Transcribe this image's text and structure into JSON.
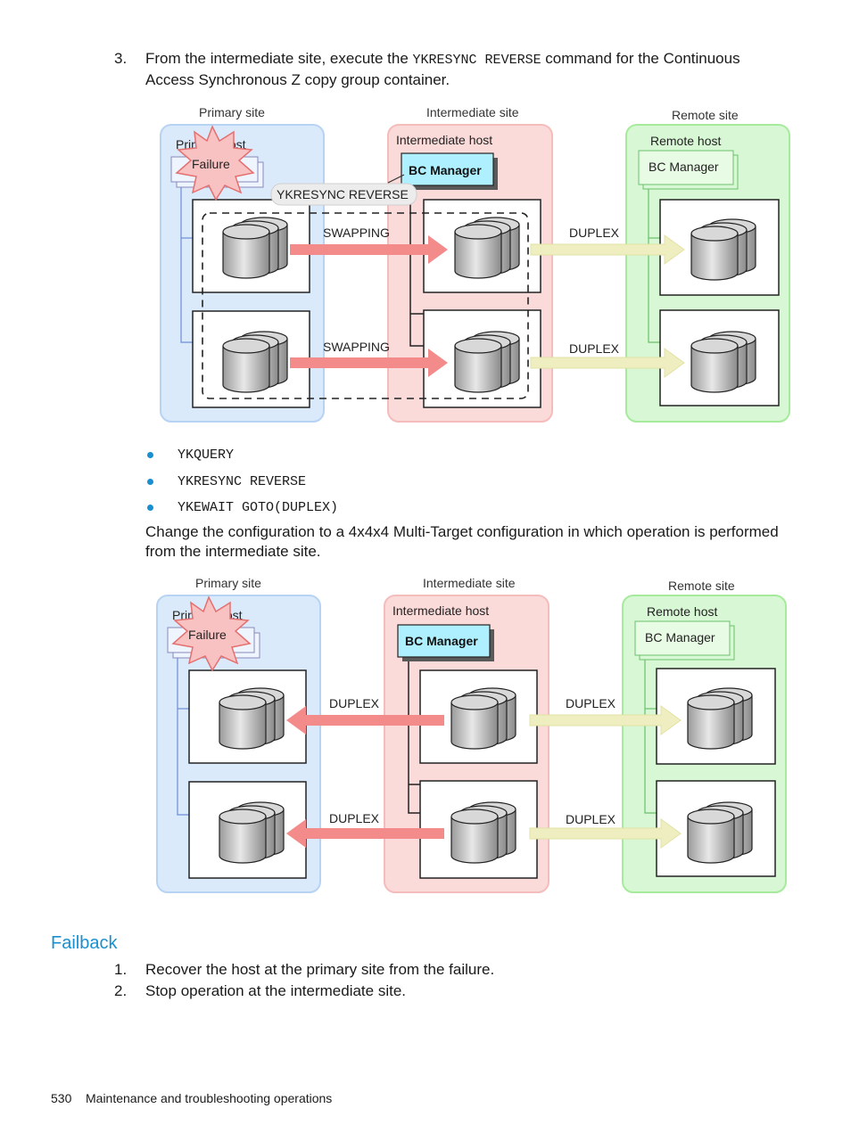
{
  "step3": {
    "number": "3.",
    "text_a": "From the intermediate site, execute the ",
    "command": "YKRESYNC REVERSE",
    "text_b": " command for the Continuous",
    "line2": "Access Synchronous Z copy group container."
  },
  "figure1": {
    "primary_site": "Primary site",
    "intermediate_site": "Intermediate site",
    "remote_site": "Remote site",
    "primary_host": "Primary host",
    "failure": "Failure",
    "intermediate_host": "Intermediate host",
    "remote_host": "Remote host",
    "bc_manager": "BC Manager",
    "command_callout": "YKRESYNC REVERSE",
    "swapping": "SWAPPING",
    "duplex": "DUPLEX"
  },
  "bullets": [
    "YKQUERY",
    "YKRESYNC REVERSE",
    "YKEWAIT GOTO(DUPLEX)"
  ],
  "para": {
    "line1": "Change the configuration to a 4x4x4 Multi-Target configuration in which operation is performed",
    "line2": "from the intermediate site."
  },
  "figure2": {
    "primary_site": "Primary site",
    "intermediate_site": "Intermediate site",
    "remote_site": "Remote site",
    "primary_host": "Primary host",
    "failure": "Failure",
    "intermediate_host": "Intermediate host",
    "remote_host": "Remote host",
    "bc_manager": "BC Manager",
    "duplex": "DUPLEX"
  },
  "failback": {
    "heading": "Failback",
    "steps": [
      {
        "num": "1.",
        "text": "Recover the host at the primary site from the failure."
      },
      {
        "num": "2.",
        "text": "Stop operation at the intermediate site."
      }
    ]
  },
  "footer": {
    "page": "530",
    "title": "Maintenance and troubleshooting operations"
  },
  "colors": {
    "primary_bg": "#dbeafb",
    "intermediate_bg": "#fbdada",
    "remote_bg": "#d8f7d4",
    "bc_manager_bg": "#aef0ff",
    "swap_arrow": "#f38b8b",
    "duplex_arrow": "#eeeec0",
    "accent": "#1a8fd0"
  }
}
